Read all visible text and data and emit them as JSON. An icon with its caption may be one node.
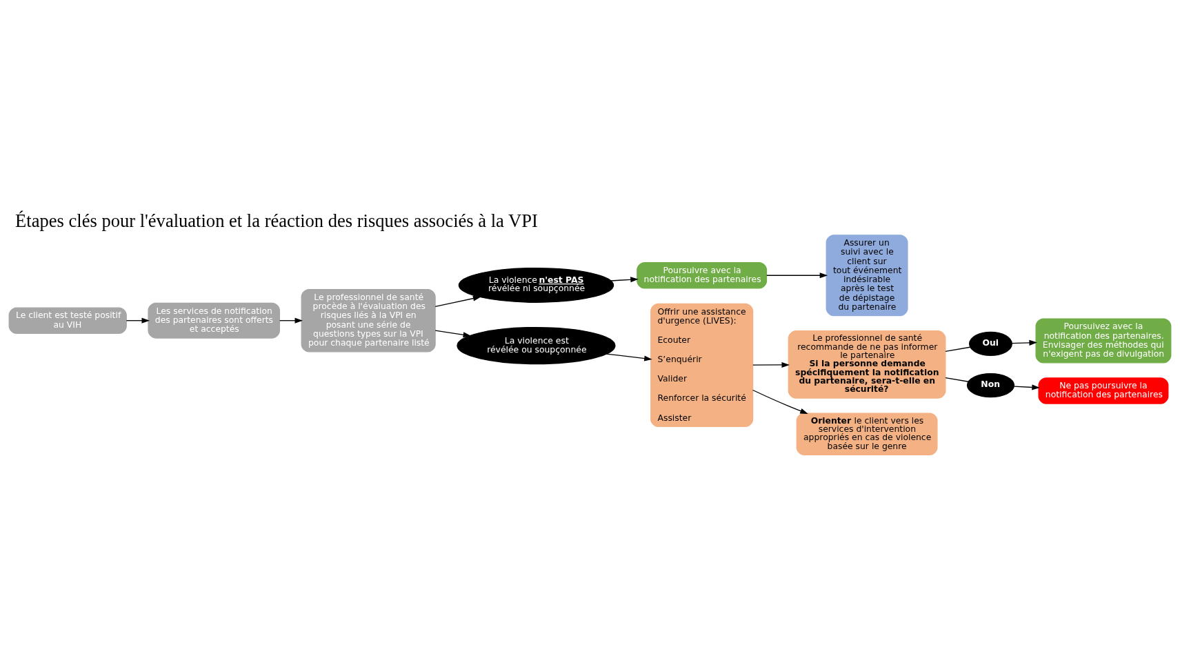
{
  "diagram": {
    "title": "Étapes clés pour l'évaluation et la réaction des risques associés à la VPI",
    "nodes": [
      {
        "text": [
          "Le client est testé positif au VIH"
        ]
      },
      {
        "text": [
          "Les services de notification des partenaires sont offerts et acceptés"
        ]
      },
      {
        "text": [
          "Le professionnel de santé procède à l'évaluation des risques liés à la VPI en posant une série de questions types sur la VPI pour chaque partenaire listé"
        ]
      },
      {
        "text": [
          "La violence **n'est PAS** révélée ni soupçonnée"
        ]
      },
      {
        "text": [
          "La violence est révélée ou soupçonnée"
        ]
      },
      {
        "text": [
          "Poursuivre avec la notification des partenaires"
        ]
      },
      {
        "text": [
          "Assurer un suivi avec le client sur tout événement indésirable après le test de dépistage du partenaire"
        ]
      },
      {
        "text": [
          "Offrir une assistance d'urgence (LIVES):",
          "Ecouter",
          "S’enquérir",
          "Valider",
          "Renforcer la sécurité",
          "Assister"
        ]
      },
      {
        "text": [
          "Le professionnel de santé recommande de ne pas informer le partenaire",
          "Si la personne demande spécifiquement la notification du partenaire, sera-t-elle en sécurité?"
        ]
      },
      {
        "text": [
          "**Orienter** le client vers les services d'intervention appropriés en cas de violence basée sur le genre"
        ]
      },
      {
        "text": [
          "Oui"
        ]
      },
      {
        "text": [
          "Non"
        ]
      },
      {
        "text": [
          "Poursuivez avec la notification des partenaires. Envisager des méthodes qui n'exigent pas de divulgation"
        ]
      },
      {
        "text": [
          "Ne pas poursuivre la notification des partenaires"
        ]
      }
    ],
    "edges": [
      {
        "from": 0,
        "to": 1,
        "arrow": "to"
      },
      {
        "from": 1,
        "to": 2,
        "arrow": "to"
      },
      {
        "from": 2,
        "to": 3,
        "arrow": "to"
      },
      {
        "from": 2,
        "to": 4,
        "arrow": "to"
      },
      {
        "from": 3,
        "to": 5,
        "arrow": "to"
      },
      {
        "from": 5,
        "to": 6,
        "arrow": "to"
      },
      {
        "from": 4,
        "to": 7,
        "arrow": "to"
      },
      {
        "from": 7,
        "to": 8,
        "arrow": "to"
      },
      {
        "from": 7,
        "to": 9,
        "arrow": "to"
      },
      {
        "from": 8,
        "to": 10,
        "arrow": "none"
      },
      {
        "from": 8,
        "to": 11,
        "arrow": "none"
      },
      {
        "from": 10,
        "to": 12,
        "arrow": "to"
      },
      {
        "from": 11,
        "to": 13,
        "arrow": "to"
      }
    ]
  }
}
